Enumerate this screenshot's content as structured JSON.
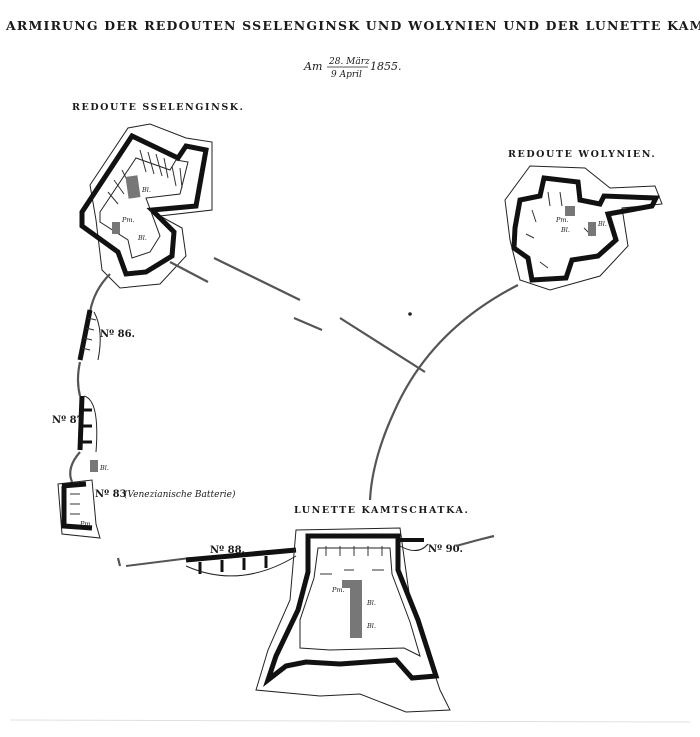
{
  "title": "ARMIRUNG DER REDOUTEN SSELENGINSK UND WOLYNIEN UND DER LUNETTE KAMTSCHATKA.",
  "date": {
    "prefix": "Am",
    "top": "28. März",
    "bottom": "9 April",
    "year": "1855."
  },
  "fortifications": {
    "sselenginsk": "REDOUTE SSELENGINSK.",
    "wolynien": "REDOUTE WOLYNIEN.",
    "kamtschatka": "LUNETTE KAMTSCHATKA."
  },
  "batteries": {
    "b86": "Nº 86.",
    "b87": "Nº 87",
    "b83": "Nº 83",
    "b83_note": "(Venezianische Batterie)",
    "b88": "Nº 88.",
    "b90": "Nº 90."
  },
  "marks": {
    "bl": "Bl.",
    "pm": "Pm."
  }
}
